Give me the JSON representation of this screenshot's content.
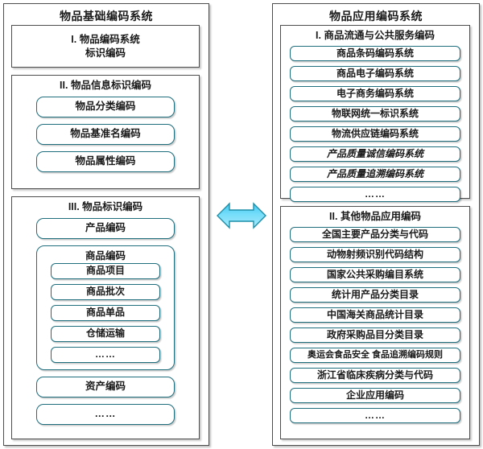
{
  "colors": {
    "chip_border": "#1F6E7E",
    "frame_border": "#4D4D4D",
    "arrow_fill": "#6FD9F7",
    "arrow_border": "#1F8FA8",
    "background": "#FFFFFF"
  },
  "left_panel": {
    "title": "物品基础编码系统",
    "sections": [
      {
        "title_line1": "I. 物品编码系统",
        "title_line2": "标识编码",
        "items": []
      },
      {
        "title_line1": "II. 物品信息标识编码",
        "items": [
          "物品分类编码",
          "物品基准名编码",
          "物品属性编码"
        ]
      },
      {
        "title_line1": "III. 物品标识编码",
        "items": [
          "产品编码"
        ],
        "subgroup": {
          "title": "商品编码",
          "items": [
            "商品项目",
            "商品批次",
            "商品单品",
            "仓储运输",
            "……"
          ]
        },
        "items_after": [
          "资产编码",
          "……"
        ]
      }
    ]
  },
  "right_panel": {
    "title": "物品应用编码系统",
    "sections": [
      {
        "title_line1": "I. 商品流通与公共服务编码",
        "items": [
          {
            "label": "商品条码编码系统",
            "italic": false
          },
          {
            "label": "商品电子编码系统",
            "italic": false
          },
          {
            "label": "电子商务编码系统",
            "italic": false
          },
          {
            "label": "物联网统一标识系统",
            "italic": false
          },
          {
            "label": "物流供应链编码系统",
            "italic": false
          },
          {
            "label": "产品质量诚信编码系统",
            "italic": true
          },
          {
            "label": "产品质量追溯编码系统",
            "italic": true
          },
          {
            "label": "……",
            "italic": false
          }
        ]
      },
      {
        "title_line1": "II. 其他物品应用编码",
        "items": [
          {
            "label": "全国主要产品分类与代码",
            "italic": false
          },
          {
            "label": "动物射频识别代码结构",
            "italic": false
          },
          {
            "label": "国家公共采购编目系统",
            "italic": false
          },
          {
            "label": "统计用产品分类目录",
            "italic": false
          },
          {
            "label": "中国海关商品统计目录",
            "italic": false
          },
          {
            "label": "政府采购品目分类目录",
            "italic": false
          },
          {
            "label": "奥运会食品安全 食品追溯编码规则",
            "italic": false
          },
          {
            "label": "浙江省临床疾病分类与代码",
            "italic": false
          },
          {
            "label": "企业应用编码",
            "italic": false
          },
          {
            "label": "……",
            "italic": false
          }
        ]
      }
    ]
  },
  "connector": {
    "name": "双向箭头",
    "direction": "bidirectional"
  }
}
